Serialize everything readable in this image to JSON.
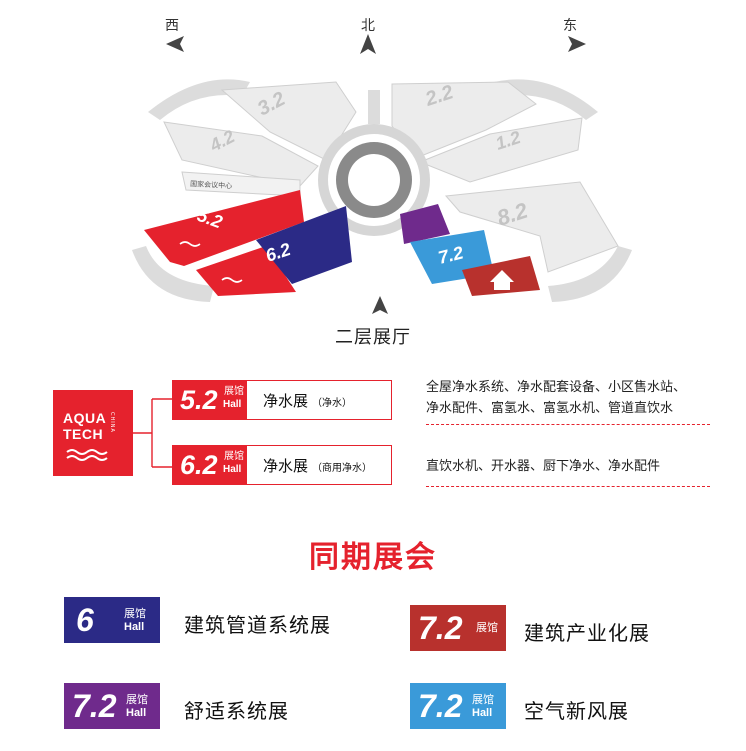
{
  "compass": {
    "west": "西",
    "north": "北",
    "east": "东"
  },
  "map": {
    "caption": "二层展厅",
    "center_label": "国家会议中心",
    "halls": {
      "h32": "3.2",
      "h42": "4.2",
      "h22": "2.2",
      "h12": "1.2",
      "h82": "8.2",
      "h52": "5.2",
      "h62": "6.2",
      "h72": "7.2"
    },
    "hall_suffix": "展馆",
    "colors": {
      "red": "#e5222d",
      "navy": "#2b2a86",
      "purple": "#6f2a8c",
      "sky": "#3a9ad9",
      "brick": "#b8312d",
      "gray": "#e6e6e6"
    }
  },
  "aquatech": {
    "line1": "AQUA",
    "line2": "TECH",
    "line3": "CHINA"
  },
  "halls": [
    {
      "num": "5.2",
      "zg": "展馆",
      "hall": "Hall",
      "title": "净水展",
      "sub": "（净水）",
      "desc": [
        "全屋净水系统、净水配套设备、小区售水站、",
        "净水配件、富氢水、富氢水机、管道直饮水"
      ]
    },
    {
      "num": "6.2",
      "zg": "展馆",
      "hall": "Hall",
      "title": "净水展",
      "sub": "（商用净水）",
      "desc": [
        "直饮水机、开水器、厨下净水、净水配件"
      ]
    }
  ],
  "concurrent_title": "同期展会",
  "concurrent": [
    {
      "num": "6",
      "zg": "展馆",
      "hall": "Hall",
      "name": "建筑管道系统展",
      "color": "#2b2a86"
    },
    {
      "num": "7.2",
      "zg": "展馆",
      "hall": "",
      "name": "建筑产业化展",
      "color": "#b8312d"
    },
    {
      "num": "7.2",
      "zg": "展馆",
      "hall": "Hall",
      "name": "舒适系统展",
      "color": "#6f2a8c"
    },
    {
      "num": "7.2",
      "zg": "展馆",
      "hall": "Hall",
      "name": "空气新风展",
      "color": "#3a9ad9"
    }
  ]
}
